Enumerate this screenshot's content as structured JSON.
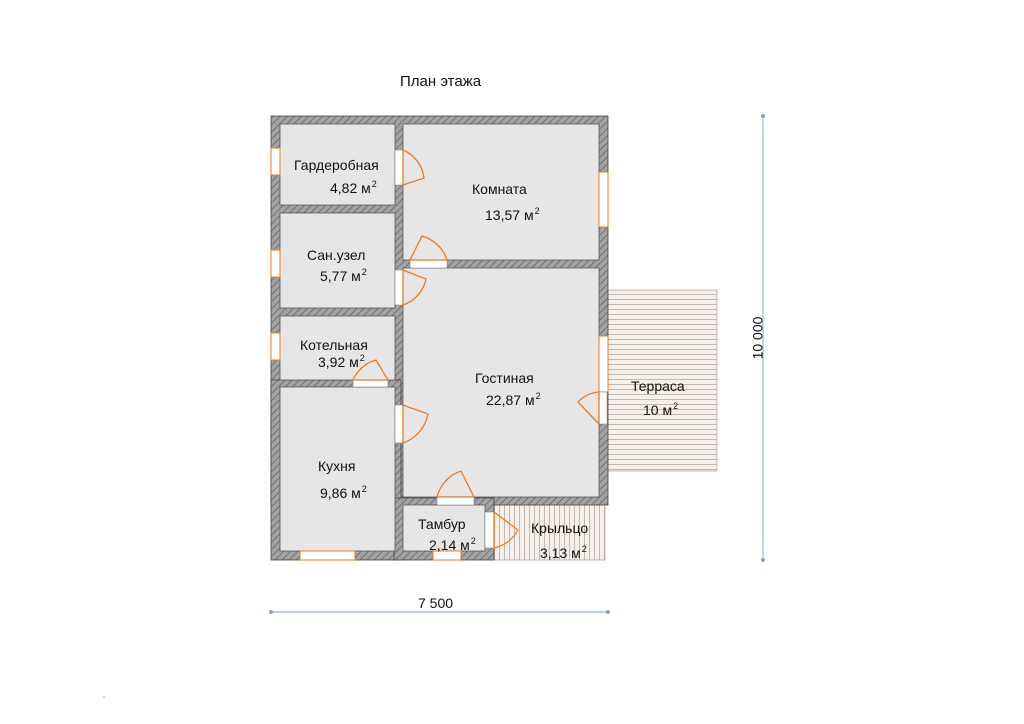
{
  "title": "План этажа",
  "dimensions": {
    "width": "7 500",
    "height": "10 000"
  },
  "area_unit": "м",
  "area_exp": "2",
  "rooms": {
    "wardrobe": {
      "name": "Гардеробная",
      "area": "4,82"
    },
    "room": {
      "name": "Комната",
      "area": "13,57"
    },
    "bathroom": {
      "name": "Сан.узел",
      "area": "5,77"
    },
    "boiler": {
      "name": "Котельная",
      "area": "3,92"
    },
    "living": {
      "name": "Гостиная",
      "area": "22,87"
    },
    "kitchen": {
      "name": "Кухня",
      "area": "9,86"
    },
    "vestibule": {
      "name": "Тамбур",
      "area": "2,14"
    },
    "terrace": {
      "name": "Терраса",
      "area": "10"
    },
    "porch": {
      "name": "Крыльцо",
      "area": "3,13"
    }
  },
  "colors": {
    "wall": "#9a9a9a",
    "wall_hatch": "#5a5a5a",
    "floor": "#e6e6e6",
    "door": "#f07a1a",
    "dimension": "#6aa8d8",
    "deck": "#c9b6a6"
  }
}
